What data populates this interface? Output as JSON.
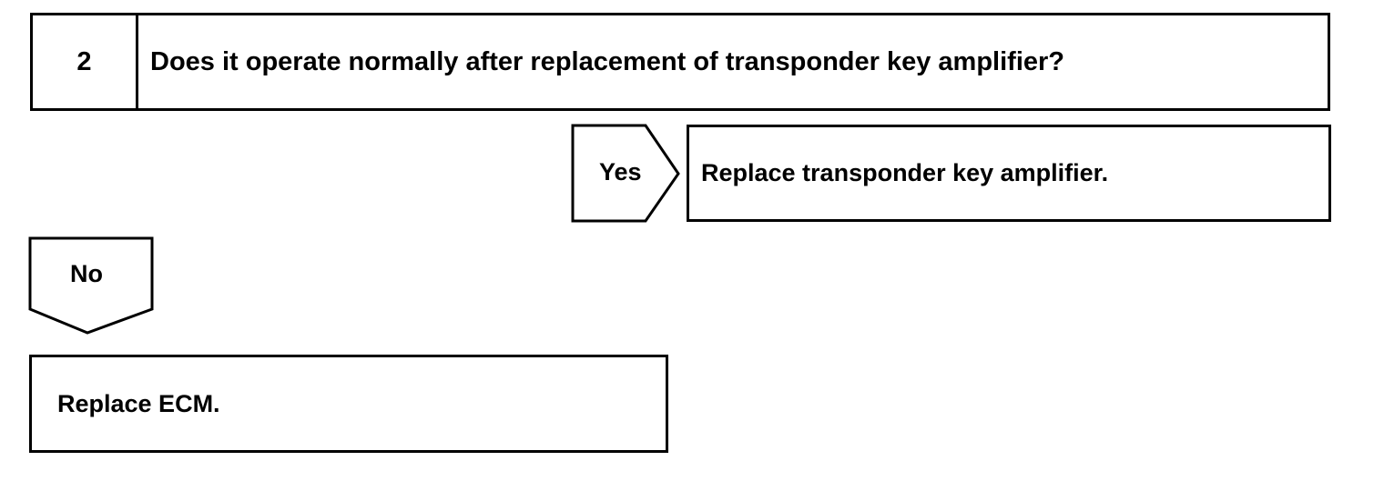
{
  "step": {
    "number": "2",
    "question": "Does it operate normally after replacement of transponder key amplifier?"
  },
  "yes_branch": {
    "label": "Yes",
    "result": "Replace transponder key amplifier."
  },
  "no_branch": {
    "label": "No",
    "result": "Replace ECM."
  }
}
